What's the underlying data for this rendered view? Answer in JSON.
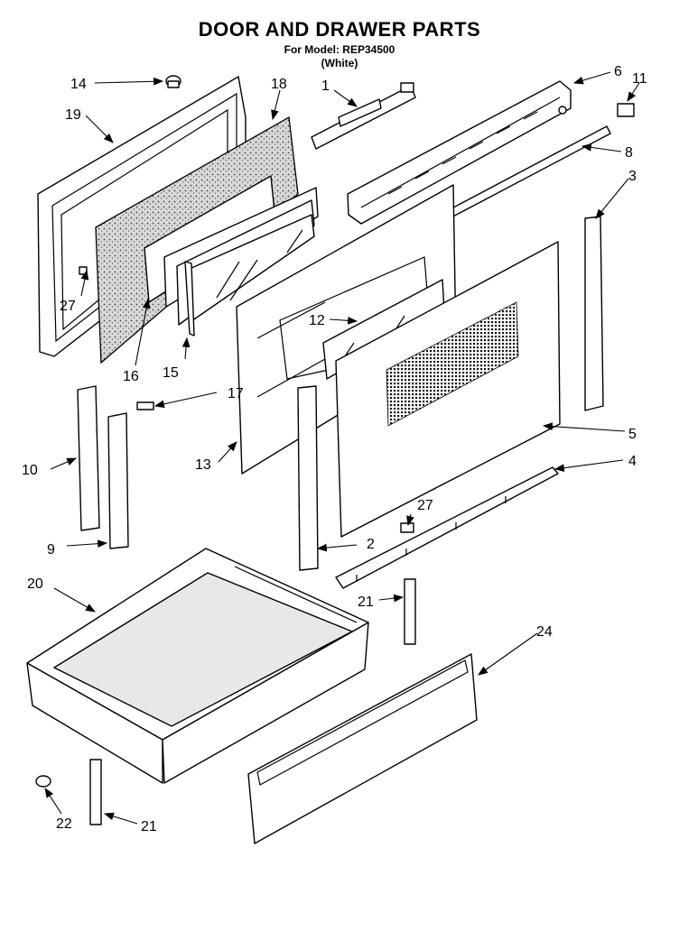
{
  "header": {
    "title": "DOOR AND DRAWER PARTS",
    "model_line": "For Model: REP34500",
    "color_line": "(White)"
  },
  "callouts": [
    {
      "id": "c1",
      "text": "1"
    },
    {
      "id": "c2",
      "text": "2"
    },
    {
      "id": "c3",
      "text": "3"
    },
    {
      "id": "c4",
      "text": "4"
    },
    {
      "id": "c5",
      "text": "5"
    },
    {
      "id": "c6",
      "text": "6"
    },
    {
      "id": "c8",
      "text": "8"
    },
    {
      "id": "c9",
      "text": "9"
    },
    {
      "id": "c10",
      "text": "10"
    },
    {
      "id": "c11",
      "text": "11"
    },
    {
      "id": "c12",
      "text": "12"
    },
    {
      "id": "c13",
      "text": "13"
    },
    {
      "id": "c14",
      "text": "14"
    },
    {
      "id": "c15",
      "text": "15"
    },
    {
      "id": "c16",
      "text": "16"
    },
    {
      "id": "c17",
      "text": "17"
    },
    {
      "id": "c18",
      "text": "18"
    },
    {
      "id": "c19",
      "text": "19"
    },
    {
      "id": "c20",
      "text": "20"
    },
    {
      "id": "c21a",
      "text": "21"
    },
    {
      "id": "c21b",
      "text": "21"
    },
    {
      "id": "c22",
      "text": "22"
    },
    {
      "id": "c24",
      "text": "24"
    },
    {
      "id": "c27a",
      "text": "27"
    },
    {
      "id": "c27b",
      "text": "27"
    }
  ]
}
